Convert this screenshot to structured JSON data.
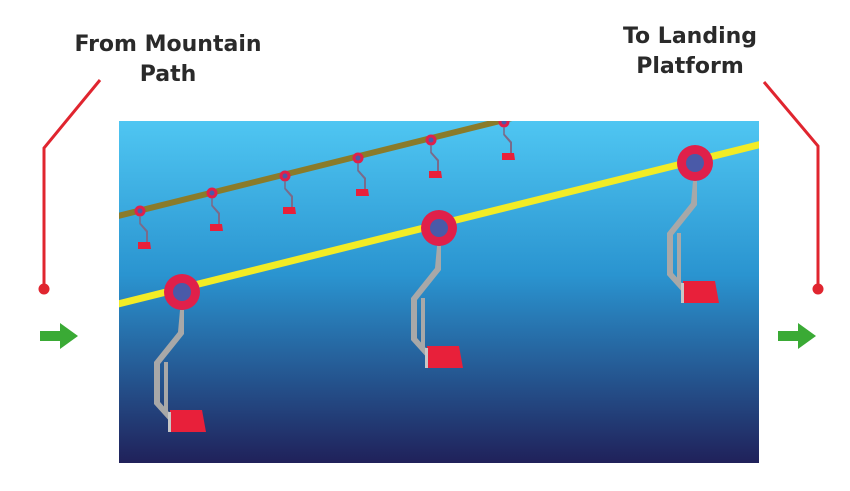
{
  "labels": {
    "left": {
      "line1": "From  Mountain",
      "line2": "Path"
    },
    "right": {
      "line1": "To Landing",
      "line2": "Platform"
    }
  },
  "colors": {
    "sky_top": "#4fc6f2",
    "sky_mid": "#2a94d0",
    "sky_bottom": "#20215a",
    "upper_cable": "#8a7b2a",
    "lower_cable": "#f2ec26",
    "pointer_line": "#e0252f",
    "arrow": "#3aaa35",
    "hanger": "#a8a8a8",
    "seat": "#e8203a",
    "pulley_outer": "#e0204a",
    "pulley_inner": "#4a5aa8"
  },
  "icons": [
    "arrow-right-icon",
    "chairlift-chair-icon",
    "pulley-icon"
  ]
}
